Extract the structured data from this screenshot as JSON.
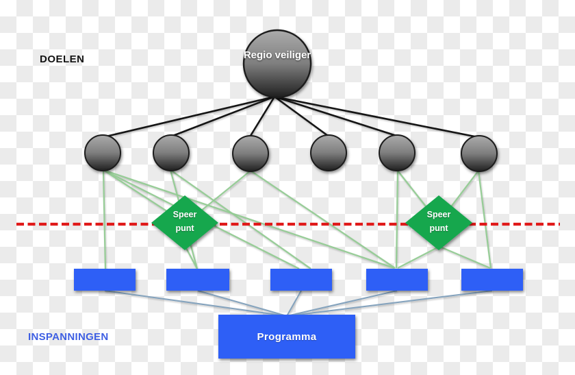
{
  "diagram": {
    "title_top": "DOELEN",
    "title_bottom": "INSPANNINGEN",
    "root": {
      "label": "Regio veiliger"
    },
    "goal_nodes": {
      "count": 6
    },
    "diamonds": [
      {
        "label": "Speer punt"
      },
      {
        "label": "Speer punt"
      }
    ],
    "effort_bars": {
      "count": 5
    },
    "program": {
      "label": "Programma"
    },
    "colors": {
      "node_gradient_top": "#a8a8a8",
      "node_gradient_bottom": "#222222",
      "diamond_green": "#16a74e",
      "bar_blue": "#2f5ef6",
      "divider_red": "#e01a1a",
      "edge_black": "#121212",
      "edge_green": "#94cb94",
      "edge_steelblue": "#85a3bd",
      "bottom_label_blue": "#3e5fe3"
    }
  }
}
